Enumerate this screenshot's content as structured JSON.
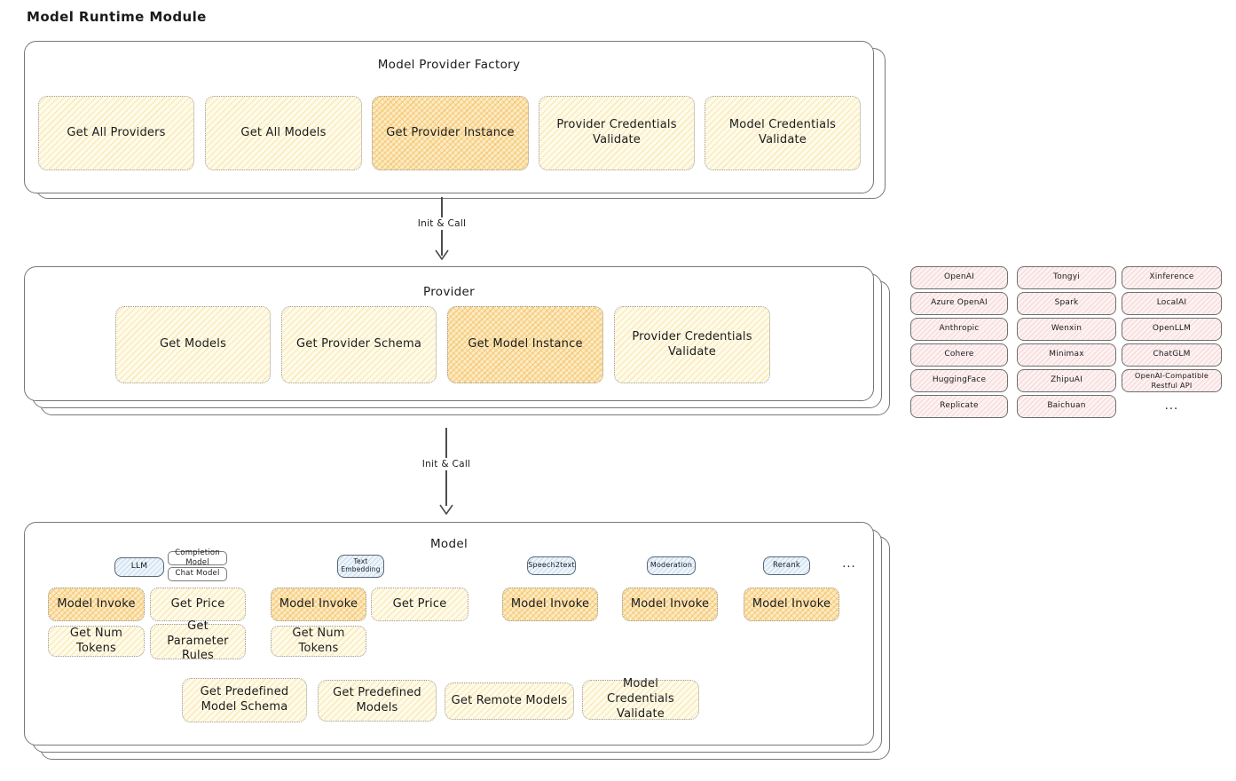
{
  "page_title": "Model Runtime Module",
  "colors": {
    "node_yellow": "#fffbea",
    "node_highlight_orange": "#fcecc4",
    "tag_blue": "#edf5fc",
    "provider_pink": "#fdf2f2",
    "frame_border": "#777777"
  },
  "factory": {
    "title": "Model Provider Factory",
    "buttons": [
      {
        "label": "Get All Providers",
        "highlighted": false
      },
      {
        "label": "Get All Models",
        "highlighted": false
      },
      {
        "label": "Get Provider Instance",
        "highlighted": true
      },
      {
        "label": "Provider Credentials Validate",
        "highlighted": false
      },
      {
        "label": "Model Credentials Validate",
        "highlighted": false
      }
    ]
  },
  "arrows": {
    "top": "Init & Call",
    "bottom": "Init & Call"
  },
  "provider": {
    "title": "Provider",
    "buttons": [
      {
        "label": "Get Models",
        "highlighted": false
      },
      {
        "label": "Get Provider Schema",
        "highlighted": false
      },
      {
        "label": "Get Model Instance",
        "highlighted": true
      },
      {
        "label": "Provider Credentials Validate",
        "highlighted": false
      }
    ]
  },
  "providers_list": {
    "rows": [
      [
        "OpenAI",
        "Tongyi",
        "Xinference"
      ],
      [
        "Azure OpenAI",
        "Spark",
        "LocalAI"
      ],
      [
        "Anthropic",
        "Wenxin",
        "OpenLLM"
      ],
      [
        "Cohere",
        "Minimax",
        "ChatGLM"
      ],
      [
        "HuggingFace",
        "ZhipuAI",
        "OpenAI-Compatible Restful API"
      ],
      [
        "Replicate",
        "Baichuan"
      ]
    ],
    "more": "..."
  },
  "model": {
    "title": "Model",
    "tabs": {
      "llm": "LLM",
      "completion_model": "Completion Model",
      "chat_model": "Chat Model",
      "text_embedding": "Text Embedding",
      "speech2text": "Speech2text",
      "moderation": "Moderation",
      "rerank": "Rerank",
      "more": "..."
    },
    "buttons": {
      "llm_invoke": "Model Invoke",
      "llm_get_price": "Get Price",
      "llm_get_num_tokens": "Get Num Tokens",
      "llm_get_parameter_rules": "Get Parameter Rules",
      "embedding_invoke": "Model Invoke",
      "embedding_get_price": "Get Price",
      "embedding_get_num_tokens": "Get Num Tokens",
      "speech2text_invoke": "Model Invoke",
      "moderation_invoke": "Model Invoke",
      "rerank_invoke": "Model Invoke"
    },
    "bottom_buttons": [
      "Get Predefined Model Schema",
      "Get Predefined Models",
      "Get Remote Models",
      "Model Credentials Validate"
    ]
  }
}
